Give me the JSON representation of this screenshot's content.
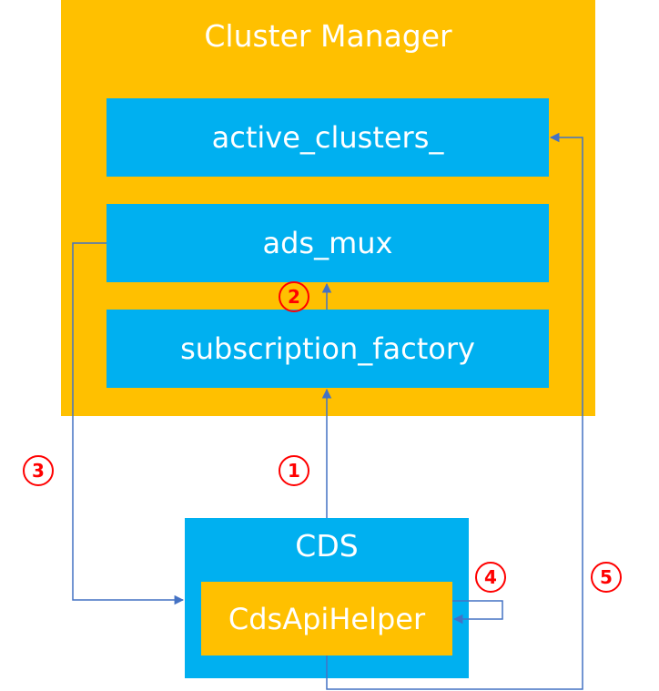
{
  "cluster_manager": {
    "title": "Cluster Manager",
    "components": {
      "active_clusters": "active_clusters_",
      "ads_mux": "ads_mux",
      "subscription_factory": "subscription_factory"
    }
  },
  "cds": {
    "title": "CDS",
    "helper": "CdsApiHelper"
  },
  "steps": [
    "1",
    "2",
    "3",
    "4",
    "5"
  ],
  "colors": {
    "container": "#FFC000",
    "component": "#00B0F0",
    "arrow": "#4472C4",
    "step_marker": "#FF0000",
    "text": "#FFFFFF"
  }
}
